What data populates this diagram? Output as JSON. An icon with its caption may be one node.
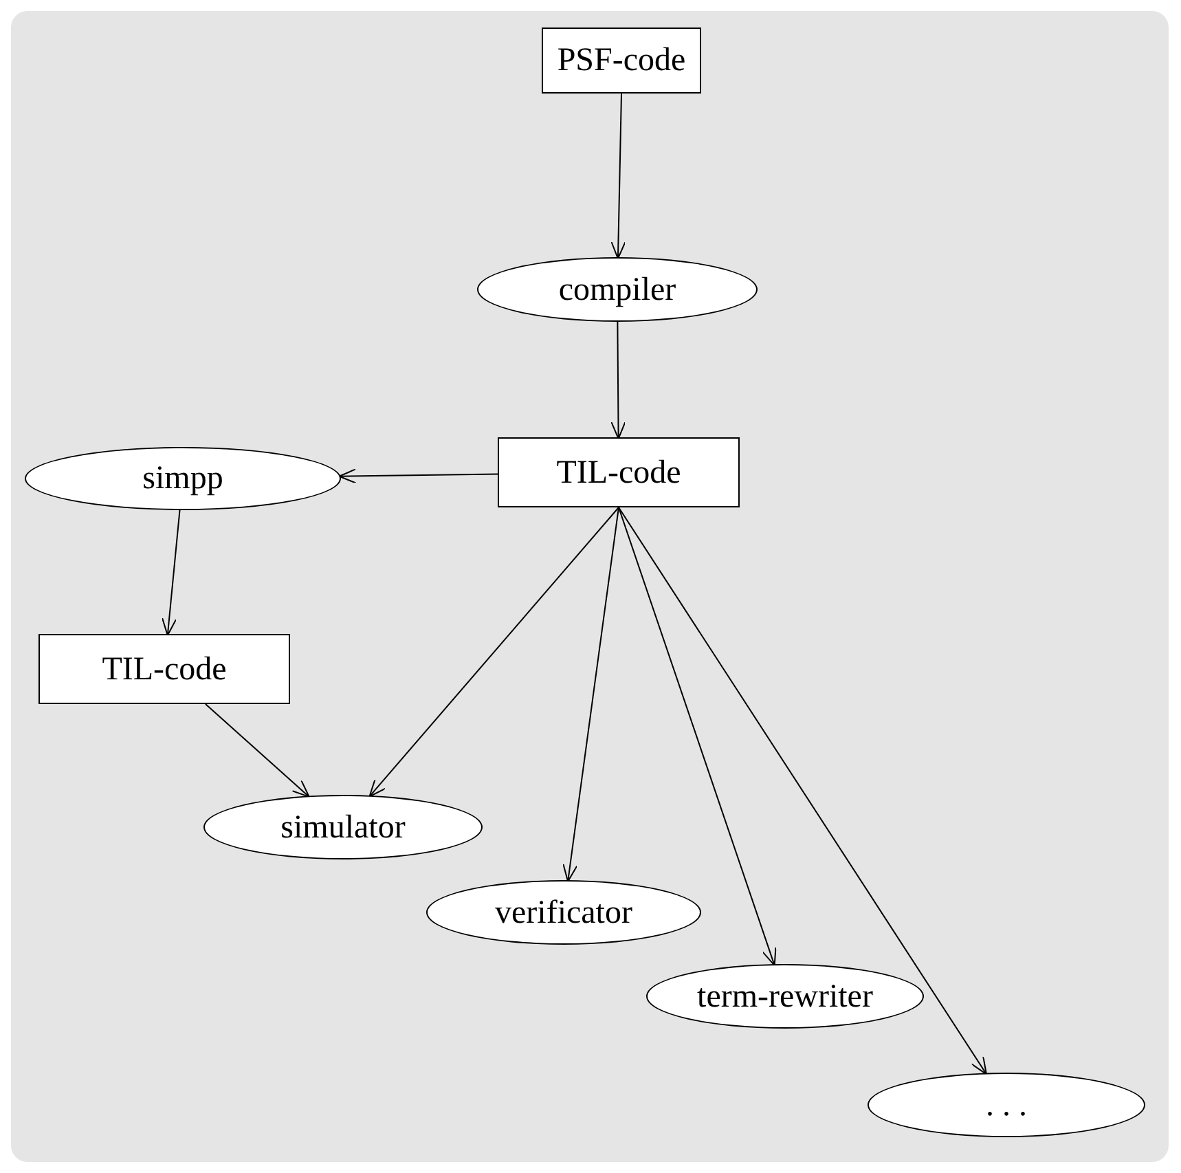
{
  "diagram": {
    "nodes": [
      {
        "text": [
          "PSF-code"
        ]
      },
      {
        "text": [
          "compiler"
        ]
      },
      {
        "text": [
          "TIL-code"
        ]
      },
      {
        "text": [
          "simpp"
        ]
      },
      {
        "text": [
          "TIL-code"
        ]
      },
      {
        "text": [
          "simulator"
        ]
      },
      {
        "text": [
          "verificator"
        ]
      },
      {
        "text": [
          "term-rewriter"
        ]
      },
      {
        "text": [
          ". . ."
        ]
      }
    ],
    "edges": [
      {
        "from": 0,
        "to": 1,
        "arrow": "to"
      },
      {
        "from": 1,
        "to": 2,
        "arrow": "to"
      },
      {
        "from": 2,
        "to": 3,
        "arrow": "to"
      },
      {
        "from": 3,
        "to": 4,
        "arrow": "to"
      },
      {
        "from": 4,
        "to": 5,
        "arrow": "to"
      },
      {
        "from": 2,
        "to": 5,
        "arrow": "to"
      },
      {
        "from": 2,
        "to": 6,
        "arrow": "to"
      },
      {
        "from": 2,
        "to": 7,
        "arrow": "to"
      },
      {
        "from": 2,
        "to": 8,
        "arrow": "to"
      }
    ]
  }
}
